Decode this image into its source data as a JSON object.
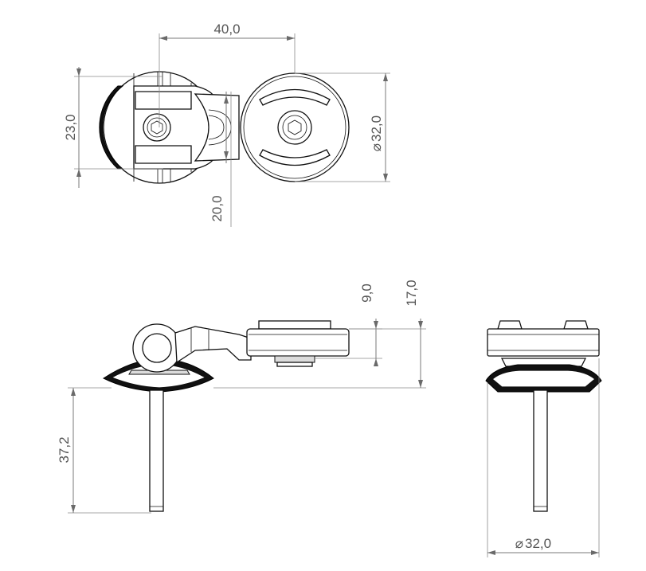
{
  "drawing": {
    "dimensions": {
      "top_width": "40,0",
      "top_height_left": "23,0",
      "top_diameter": "32,0",
      "top_arm_height": "20,0",
      "side_offset_small": "9,0",
      "side_offset_large": "17,0",
      "side_stem_length": "37,2",
      "front_diameter": "32,0"
    },
    "diameter_symbol": "⌀",
    "colors": {
      "line": "#111111",
      "dimension": "#7a7a7a",
      "fill_dark": "#111111"
    }
  }
}
